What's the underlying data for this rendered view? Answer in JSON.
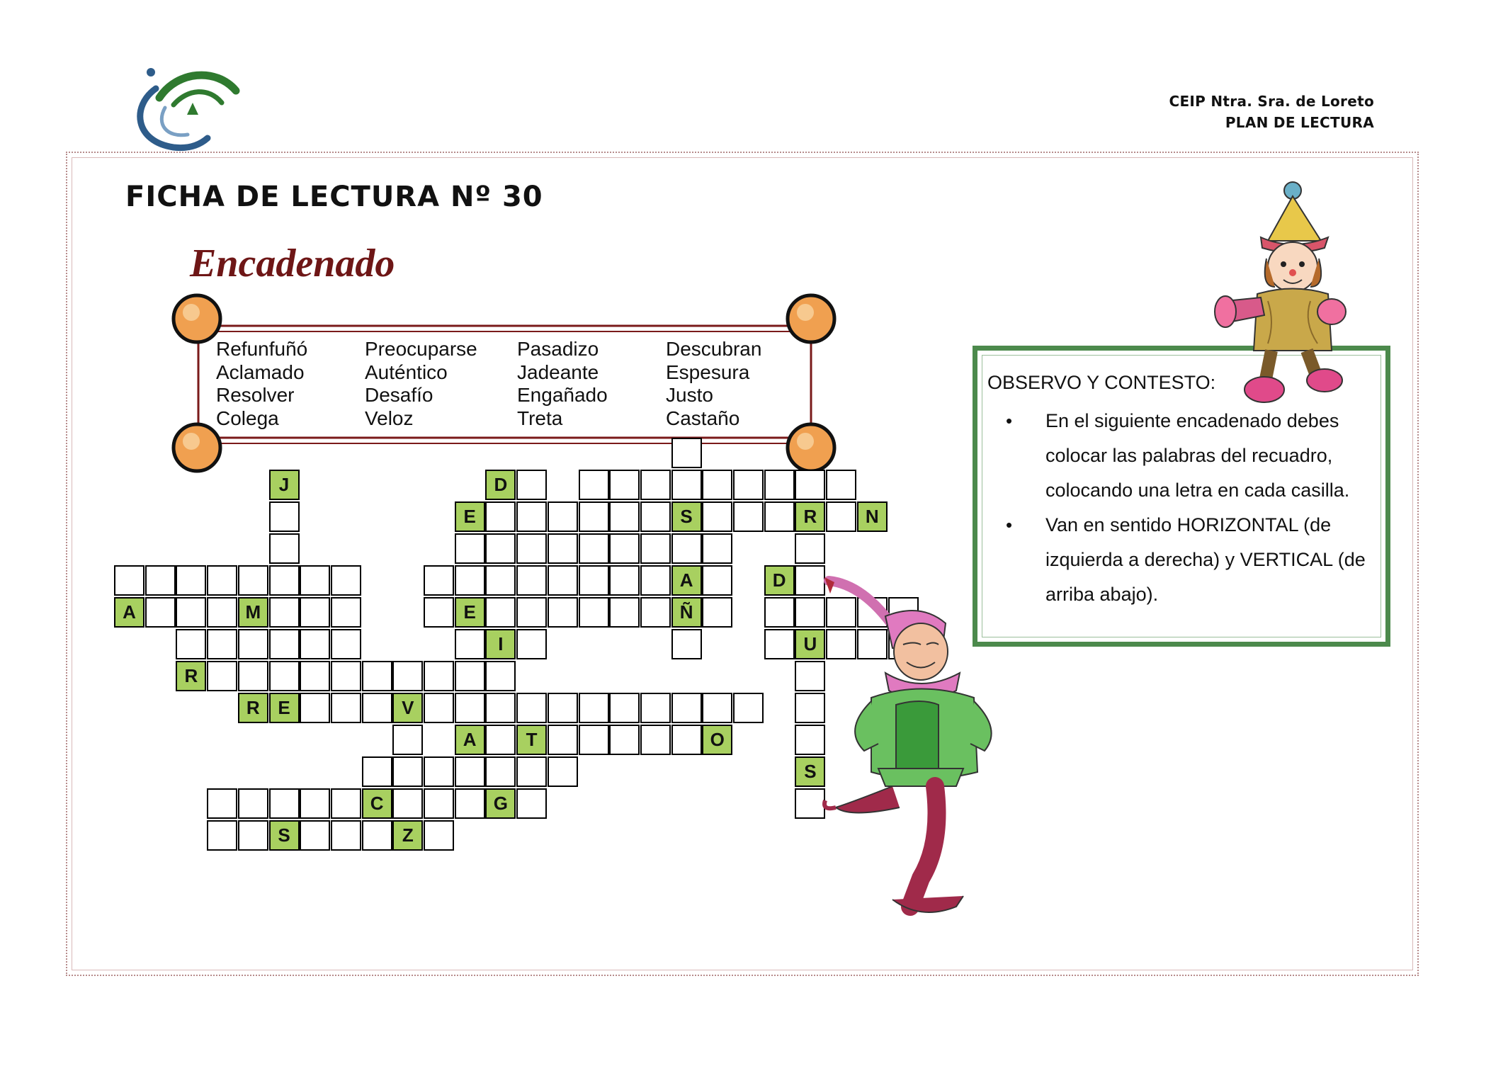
{
  "header": {
    "school_line1": "CEIP Ntra. Sra. de Loreto",
    "school_line2": "PLAN DE LECTURA"
  },
  "worksheet": {
    "title": "FICHA DE LECTURA Nº 30",
    "subtitle": "Encadenado"
  },
  "word_box": {
    "columns": [
      [
        "Refunfuñó",
        "Aclamado",
        "Resolver",
        "Colega"
      ],
      [
        "Preocuparse",
        "Auténtico",
        "Desafío",
        "Veloz"
      ],
      [
        "Pasadizo",
        "Jadeante",
        "Engañado",
        "Treta"
      ],
      [
        "Descubran",
        "Espesura",
        "Justo",
        "Castaño"
      ]
    ]
  },
  "instructions": {
    "title": "OBSERVO Y CONTESTO:",
    "items": [
      "En el siguiente encadenado debes colocar las palabras del recuadro, colocando una letra en cada casilla.",
      "Van en sentido HORIZONTAL (de izquierda a derecha) y VERTICAL (de arriba abajo)."
    ]
  },
  "crossword": {
    "given_letters": [
      "J",
      "D",
      "E",
      "S",
      "R",
      "N",
      "A",
      "D",
      "A",
      "M",
      "E",
      "Ñ",
      "I",
      "U",
      "R",
      "R",
      "E",
      "V",
      "A",
      "T",
      "O",
      "S",
      "C",
      "G",
      "S",
      "Z"
    ]
  },
  "colors": {
    "title_red": "#6e1616",
    "frame_green": "#4c8a4c",
    "given_cell": "#a8d060",
    "ball_orange": "#f0a050"
  }
}
